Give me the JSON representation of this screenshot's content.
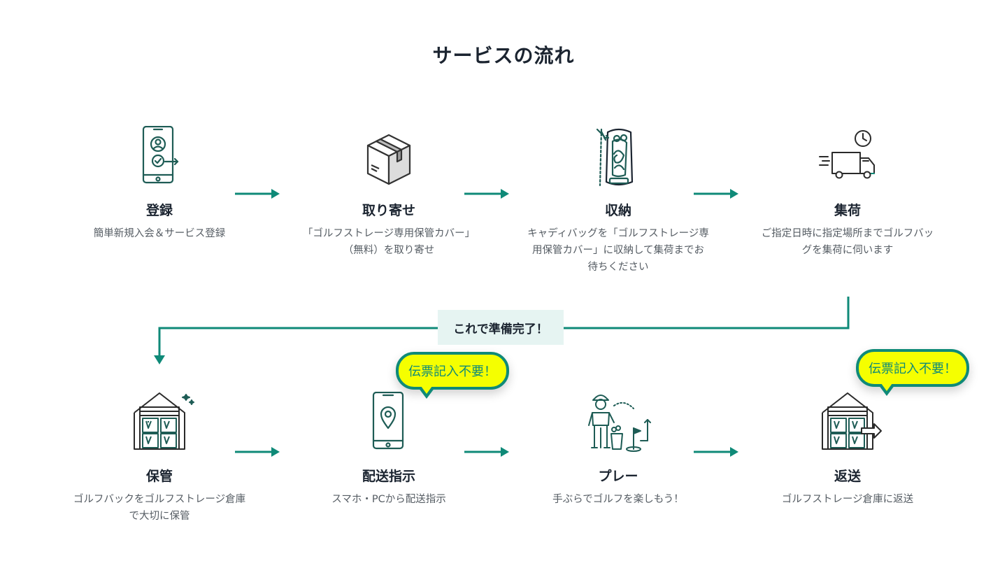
{
  "title": "サービスの流れ",
  "ready_label": "これで準備完了！",
  "badge_label": "伝票記入不要！",
  "colors": {
    "accent": "#0f8a78",
    "dark": "#1b2430",
    "badge": "#f5ff00"
  },
  "steps": [
    {
      "icon": "smartphone-user-check-icon",
      "name": "登録",
      "desc": "簡単新規入会＆サービス登録"
    },
    {
      "icon": "cardboard-box-icon",
      "name": "取り寄せ",
      "desc": "「ゴルフストレージ専用保管カバー」（無料）を取り寄せ"
    },
    {
      "icon": "golf-bag-cover-icon",
      "name": "収納",
      "desc": "キャディバッグを「ゴルフストレージ専用保管カバー」に収納して集荷までお待ちください"
    },
    {
      "icon": "delivery-truck-clock-icon",
      "name": "集荷",
      "desc": "ご指定日時に指定場所までゴルフバッグを集荷に伺います"
    },
    {
      "icon": "warehouse-storage-icon",
      "name": "保管",
      "desc": "ゴルフバックをゴルフストレージ倉庫で大切に保管"
    },
    {
      "icon": "smartphone-location-pin-icon",
      "name": "配送指示",
      "desc": "スマホ・PCから配送指示"
    },
    {
      "icon": "golfer-play-icon",
      "name": "プレー",
      "desc": "手ぶらでゴルフを楽しもう！"
    },
    {
      "icon": "warehouse-return-icon",
      "name": "返送",
      "desc": "ゴルフストレージ倉庫に返送"
    }
  ]
}
